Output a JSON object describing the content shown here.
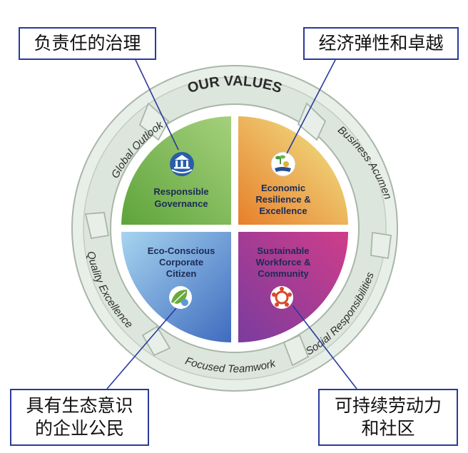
{
  "title": "OUR VALUES",
  "outer_ring": {
    "global_outlook": "Global Outlook",
    "business_acumen": "Business Acumen",
    "quality_excellence": "Quality Excellence",
    "social_responsibilities": "Social Responsibilities",
    "focused_teamwork": "Focused Teamwork"
  },
  "quadrants": {
    "governance": {
      "line1": "Responsible",
      "line2": "Governance",
      "icon": "government-building-hands-icon",
      "color_from": "#a5d07c",
      "color_to": "#5ea43a"
    },
    "economic": {
      "line1": "Economic",
      "line2": "Resilience &",
      "line3": "Excellence",
      "icon": "hand-plant-coin-icon",
      "color_from": "#f1ea8c",
      "color_to": "#e77f2c"
    },
    "eco": {
      "line1": "Eco-Conscious",
      "line2": "Corporate",
      "line3": "Citizen",
      "icon": "leaf-globe-icon",
      "color_from": "#a6d4ef",
      "color_to": "#3f6bbf"
    },
    "sustainable": {
      "line1": "Sustainable",
      "line2": "Workforce &",
      "line3": "Community",
      "icon": "people-circle-icon",
      "color_from": "#cf3d8a",
      "color_to": "#7a3c9e"
    }
  },
  "callouts": {
    "top_left": "负责任的治理",
    "top_right": "经济弹性和卓越",
    "bottom_left_line1": "具有生态意识",
    "bottom_left_line2": "的企业公民",
    "bottom_right_line1": "可持续劳动力",
    "bottom_right_line2": "和社区"
  },
  "colors": {
    "ring": "#dde6dd",
    "ring_border": "#a9b6a9",
    "callout_border": "#2a3a9c",
    "leader_line": "#2a3a9c"
  }
}
